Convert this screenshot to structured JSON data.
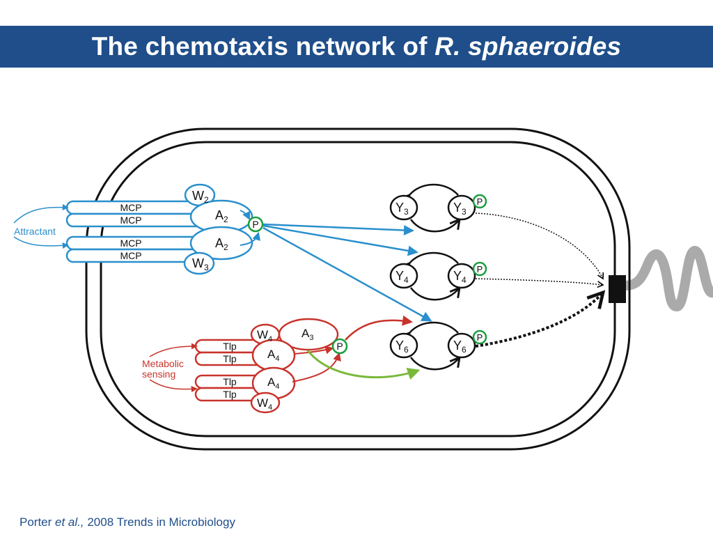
{
  "title": {
    "main": "The chemotaxis network of ",
    "species": "R. sphaeroides"
  },
  "citation": {
    "author": "Porter ",
    "etal": "et al.,",
    "rest": " 2008 Trends in Microbiology"
  },
  "labels": {
    "attractant": "Attractant",
    "metabolic_line1": "Metabolic",
    "metabolic_line2": "sensing"
  },
  "receptors": {
    "mcp": [
      "MCP",
      "MCP",
      "MCP",
      "MCP"
    ],
    "tlp": [
      "Tlp",
      "Tlp",
      "Tlp",
      "Tlp"
    ]
  },
  "proteins": {
    "w": "W",
    "a": "A",
    "y": "Y",
    "p": "P",
    "sub2": "2",
    "sub3": "3",
    "sub4": "4",
    "sub6": "6"
  },
  "colors": {
    "title_bar": "#1f4e8a",
    "membrane_pathway": "#2a8fcc",
    "cytoplasmic_pathway": "#c8332b",
    "phospho_ring": "#1a9e3f",
    "cross_talk": "#7ab83a",
    "flagellum": "#aaaaaa",
    "motor": "#111111"
  }
}
